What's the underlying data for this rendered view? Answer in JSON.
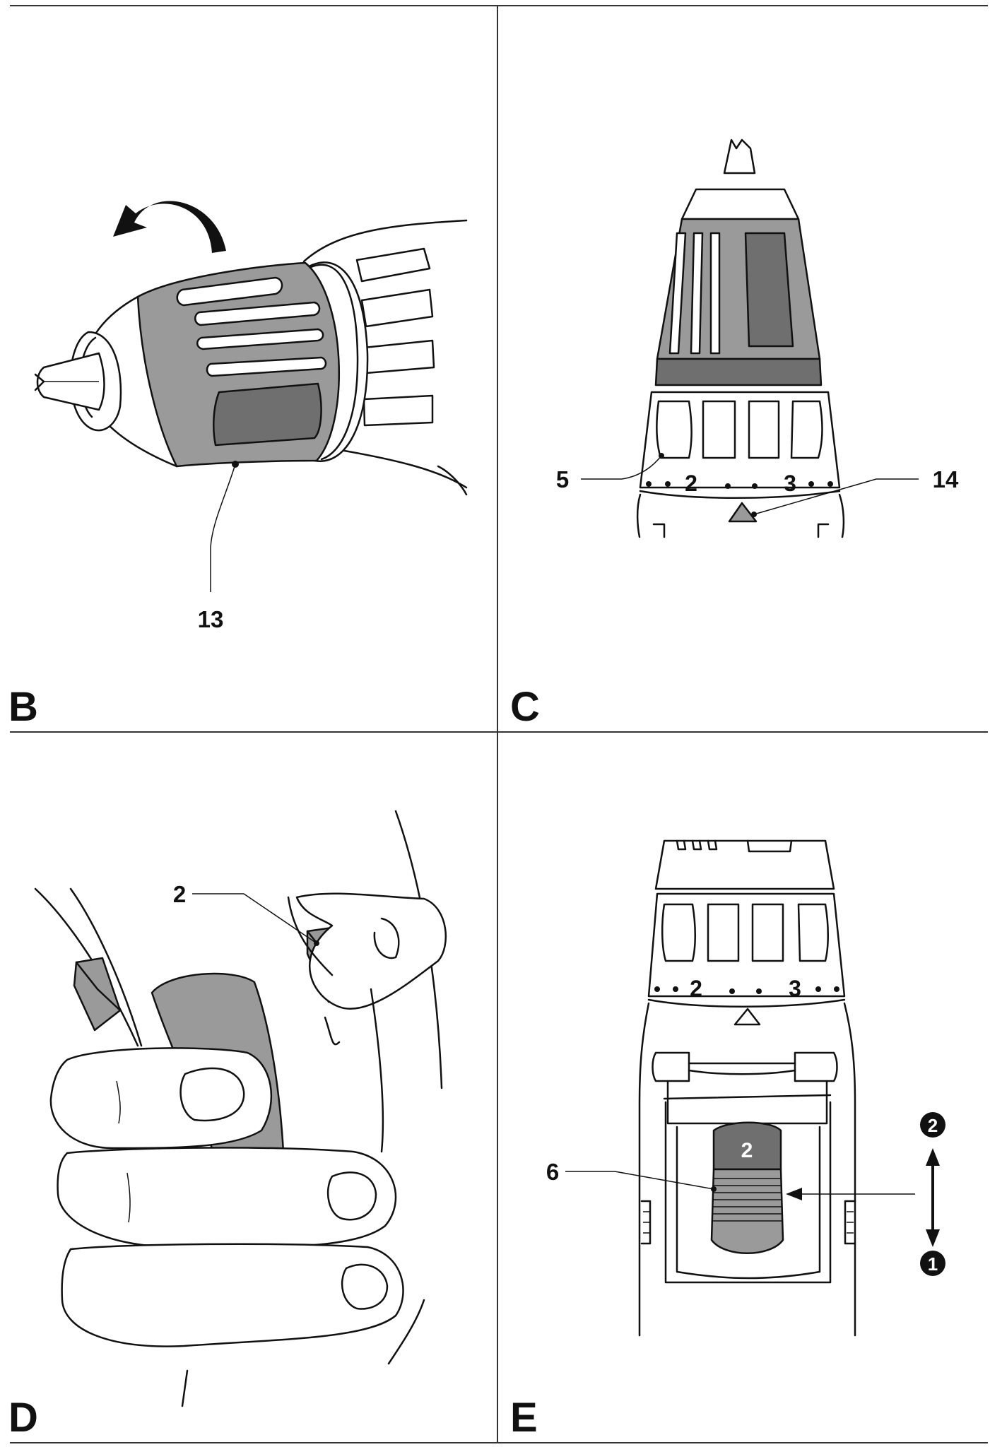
{
  "panels": {
    "b": {
      "letter": "B",
      "callouts": [
        "13"
      ]
    },
    "c": {
      "letter": "C",
      "callouts": [
        "5",
        "14"
      ],
      "dial_marks": [
        "2",
        "3"
      ]
    },
    "d": {
      "letter": "D",
      "callouts": [
        "2"
      ]
    },
    "e": {
      "letter": "E",
      "callouts": [
        "6"
      ],
      "dial_marks": [
        "2",
        "3"
      ],
      "switch_badge": "2",
      "positions": [
        "2",
        "1"
      ]
    }
  }
}
